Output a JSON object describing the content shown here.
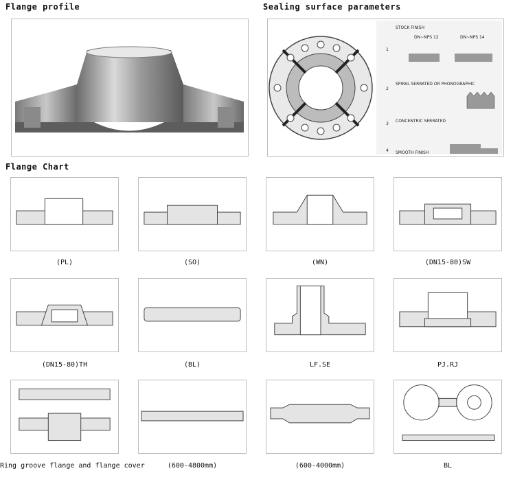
{
  "headings": {
    "profile": "Flange profile",
    "sealing": "Sealing surface parameters",
    "chart": "Flange Chart"
  },
  "sealing": {
    "items": [
      "STOCK FINISH",
      "SPIRAL SERRATED OR PHONOGRAPHIC",
      "CONCENTRIC SERRATED",
      "SMOOTH FINISH"
    ],
    "numbers": [
      "1",
      "2",
      "3",
      "4"
    ],
    "dn_labels": [
      "DN~NPS 12",
      "DN~NPS 14"
    ]
  },
  "chart": {
    "captions": [
      "(PL)",
      "(SO)",
      "(WN)",
      "(DN15-80)SW",
      "(DN15-80)TH",
      "(BL)",
      "LF.SE",
      "PJ.RJ",
      "Ring groove flange and flange cover",
      "(600-4800mm)",
      "(600-4000mm)",
      "BL"
    ]
  }
}
